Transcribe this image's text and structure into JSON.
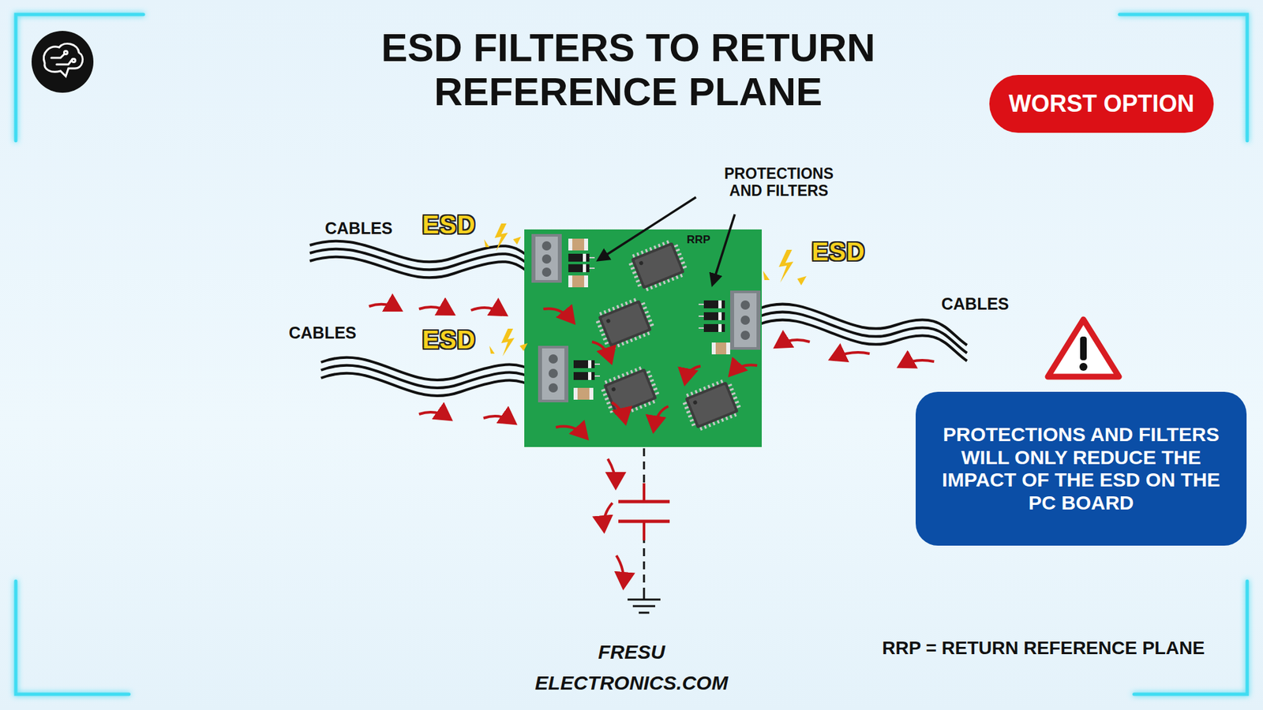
{
  "diagram": {
    "title": "ESD FILTERS TO RETURN REFERENCE PLANE",
    "nodes": [
      {
        "text": [
          "WORST OPTION"
        ]
      },
      {
        "text": [
          "RRP"
        ]
      },
      {
        "text": [
          "PROTECTIONS AND FILTERS WILL ONLY REDUCE THE IMPACT OF THE ESD ON THE PC BOARD"
        ]
      }
    ],
    "labels": [
      "CABLES",
      "ESD",
      "PROTECTIONS AND FILTERS",
      "ESD",
      "CABLES",
      "CABLES",
      "ESD",
      "RRP = RETURN REFERENCE PLANE",
      "FRESU ELECTRONICS.COM"
    ]
  }
}
